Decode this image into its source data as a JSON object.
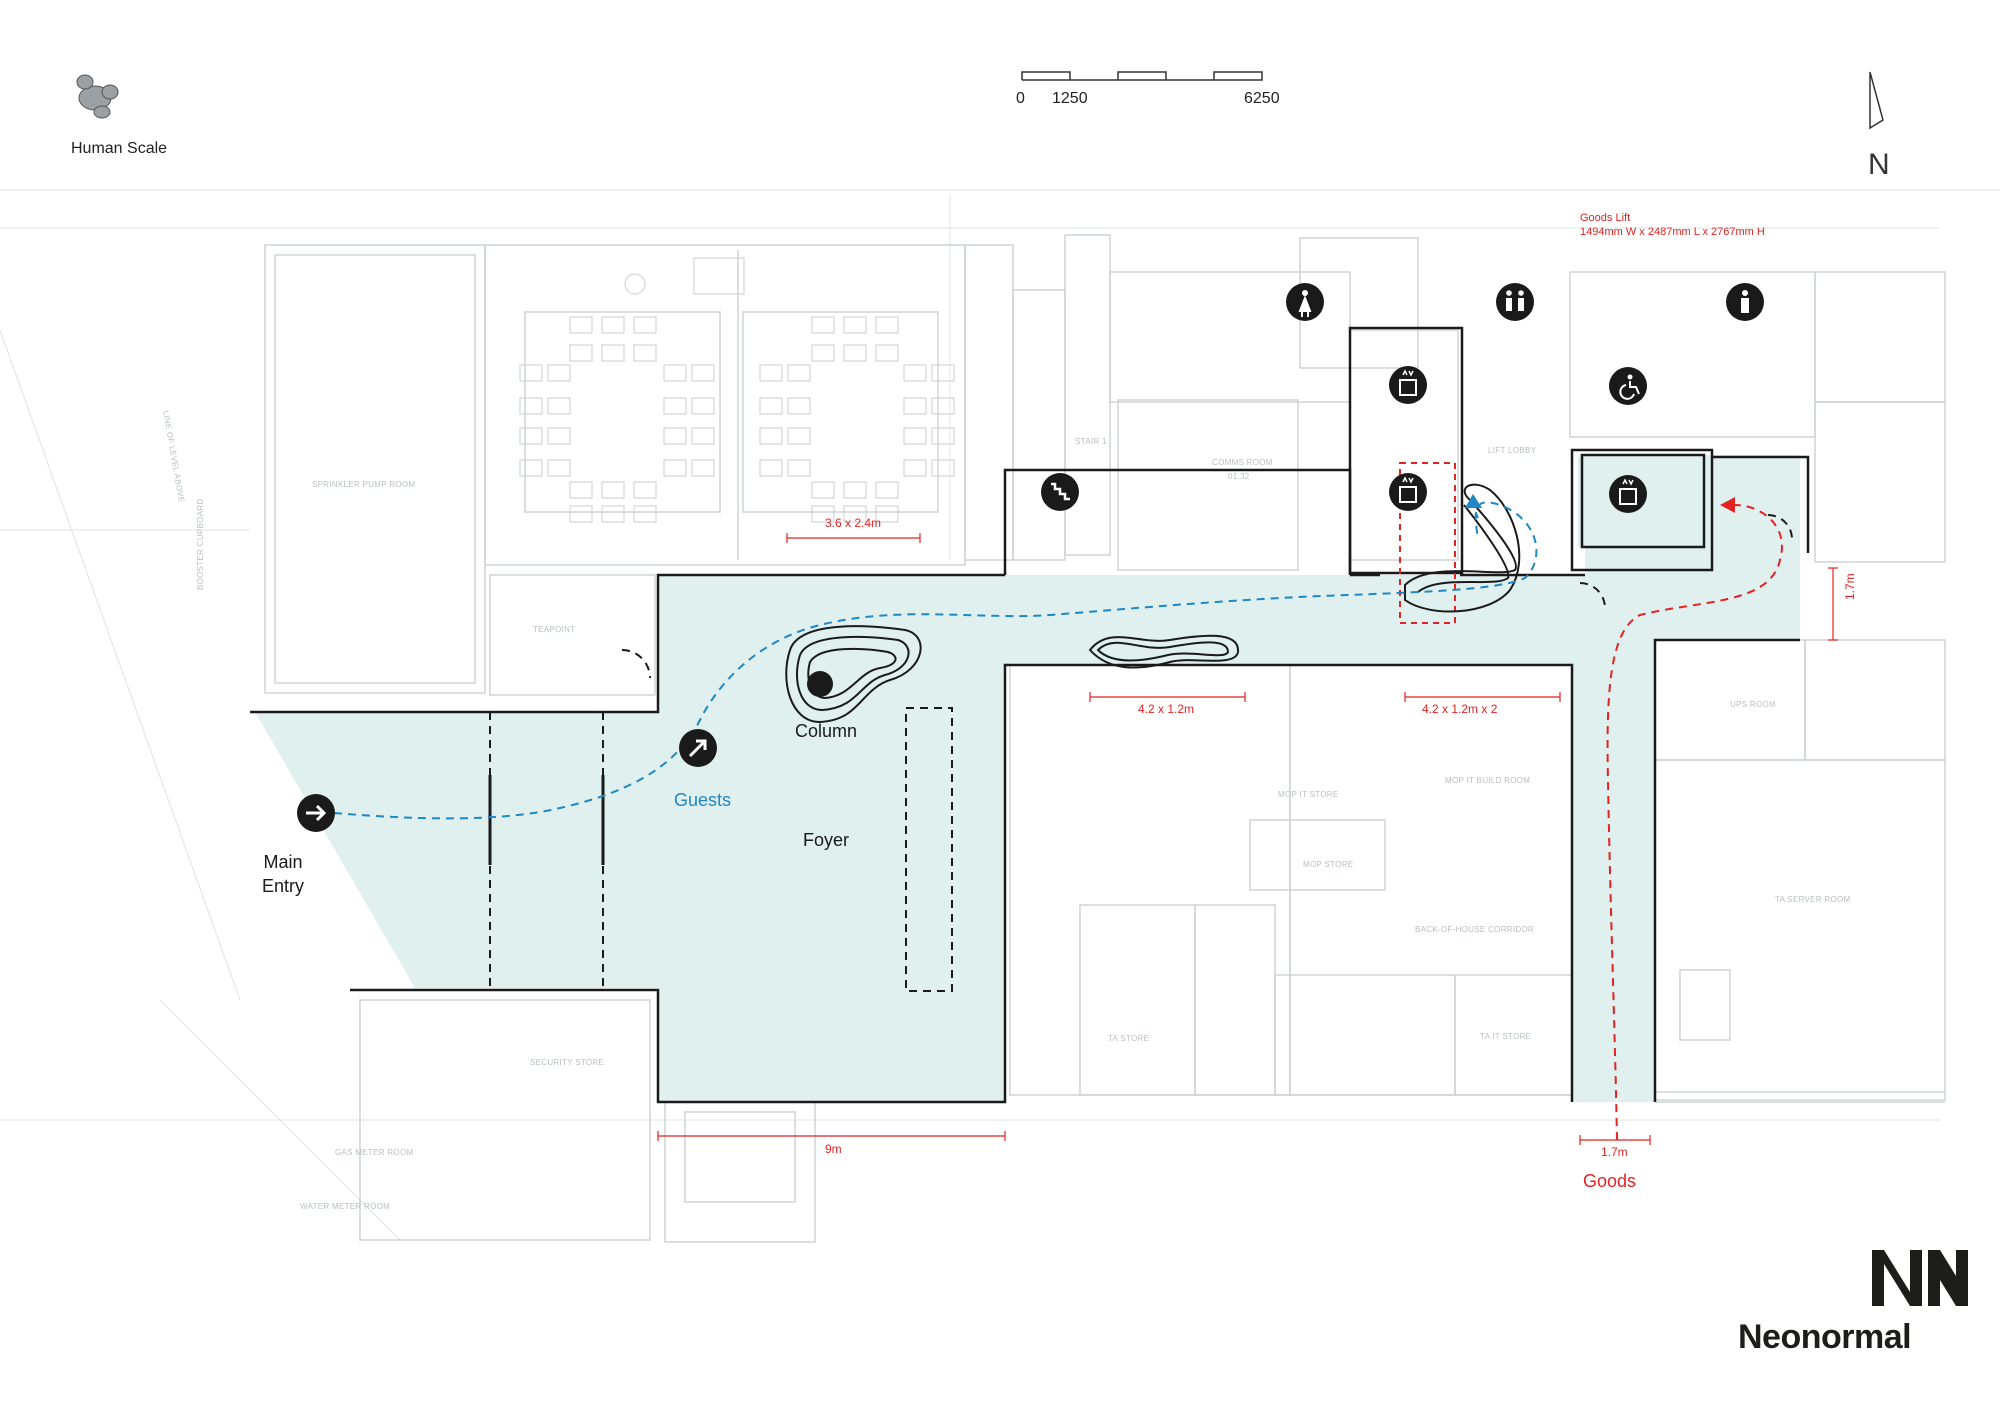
{
  "legend": {
    "human_scale_label": "Human Scale"
  },
  "scale_bar": {
    "ticks": [
      "0",
      "1250",
      "6250"
    ]
  },
  "north": {
    "letter": "N"
  },
  "brand": {
    "name": "Neonormal"
  },
  "annotations": {
    "main_entry_line1": "Main",
    "main_entry_line2": "Entry",
    "guests": "Guests",
    "foyer": "Foyer",
    "column": "Column",
    "goods": "Goods",
    "goods_lift_title": "Goods Lift",
    "goods_lift_dims": "1494mm W x 2487mm L x 2767mm H",
    "dim_meeting": "3.6 x 2.4m",
    "dim_table_a": "4.2 x 1.2m",
    "dim_table_b": "4.2 x 1.2m x 2",
    "dim_corridor_v": "1.7m",
    "dim_goods_w": "1.7m",
    "dim_foyer_w": "9m"
  },
  "rooms": {
    "sprinkler": "SPRINKLER PUMP ROOM",
    "teapoint": "TEAPOINT",
    "comms": "COMMS ROOM",
    "comms_no": "01.32",
    "stair": "STAIR 1",
    "lift_lobby": "LIFT LOBBY",
    "mop_store": "MOP IT STORE",
    "mop_store2": "MOP STORE",
    "mop_build": "MOP IT BUILD ROOM",
    "boh": "BACK-OF-HOUSE CORRIDOR",
    "ta_store": "TA STORE",
    "ta_it_store": "TA IT STORE",
    "ta_server": "TA SERVER ROOM",
    "ups": "UPS ROOM",
    "security": "SECURITY STORE",
    "gas_meter": "GAS METER ROOM",
    "water_meter": "WATER METER ROOM",
    "line_above": "LINE OF LEVEL ABOVE",
    "booster": "BOOSTER CUPBOARD"
  },
  "icons": [
    "female-toilet-icon",
    "unisex-toilet-icon",
    "male-toilet-icon",
    "lift-icon",
    "accessible-icon",
    "stairs-icon",
    "arrow-icon"
  ],
  "colors": {
    "circulation": "#dff0ef",
    "guests_path": "#1f87c4",
    "goods_path": "#e32222",
    "walls": "#1a1a1a",
    "background_plan": "#c8cdcf"
  }
}
